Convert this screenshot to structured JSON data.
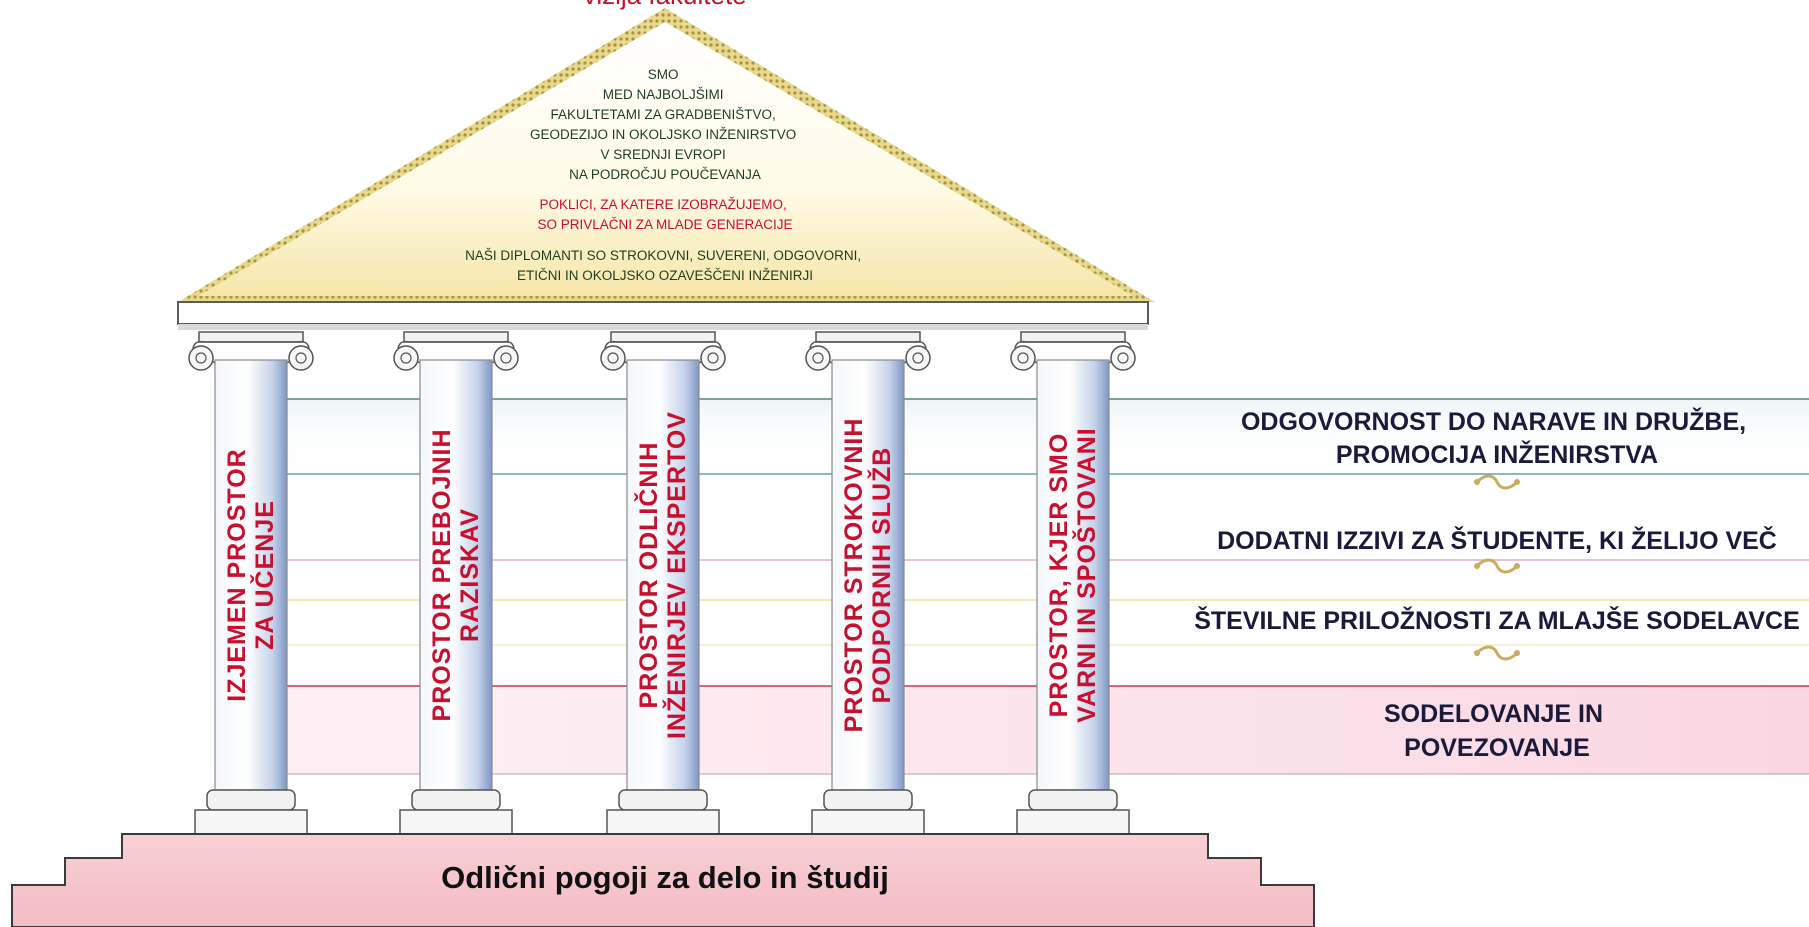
{
  "vision_title": "vizija fakultete",
  "roof": {
    "block1": [
      "SMO",
      "MED NAJBOLJŠIMI",
      "FAKULTETAMI ZA GRADBENIŠTVO,",
      "GEODEZIJO IN OKOLJSKO INŽENIRSTVO",
      "V SREDNJI EVROPI",
      "NA PODROČJU POUČEVANJA"
    ],
    "block2": [
      "POKLICI, ZA KATERE IZOBRAŽUJEMO,",
      "SO PRIVLAČNI ZA MLADE GENERACIJE"
    ],
    "block3": [
      "NAŠI DIPLOMANTI SO STROKOVNI, SUVERENI, ODGOVORNI,",
      "ETIČNI IN OKOLJSKO OZAVEŠČENI INŽENIRJI"
    ]
  },
  "columns": [
    {
      "line1": "IZJEMEN PROSTOR",
      "line2": "ZA UČENJE"
    },
    {
      "line1": "PROSTOR PREBOJNIH",
      "line2": "RAZISKAV"
    },
    {
      "line1": "PROSTOR ODLIČNIH",
      "line2": "INŽENIRJEV EKSPERTOV"
    },
    {
      "line1": "PROSTOR STROKOVNIH",
      "line2": "PODPORNIH SLUŽB"
    },
    {
      "line1": "PROSTOR, KJER SMO",
      "line2": "VARNI IN SPOŠTOVANI"
    }
  ],
  "right_items": [
    {
      "line1": "ODGOVORNOST DO NARAVE IN DRUŽBE,",
      "line2": "PROMOCIJA INŽENIRSTVA"
    },
    {
      "line1": "DODATNI IZZIVI ZA ŠTUDENTE, KI ŽELIJO VEČ",
      "line2": ""
    },
    {
      "line1": "ŠTEVILNE PRILOŽNOSTI ZA MLAJŠE SODELAVCE",
      "line2": ""
    },
    {
      "line1": "SODELOVANJE IN",
      "line2": "POVEZOVANJE"
    }
  ],
  "base_label": "Odlični pogoji za delo in študij",
  "colors": {
    "accent_red": "#c8102e",
    "dark_navy": "#1a1a3a",
    "roof_green": "#1e3d1e",
    "base_pink": "#f6c6cc",
    "band_pink": "#fbe0e8"
  }
}
